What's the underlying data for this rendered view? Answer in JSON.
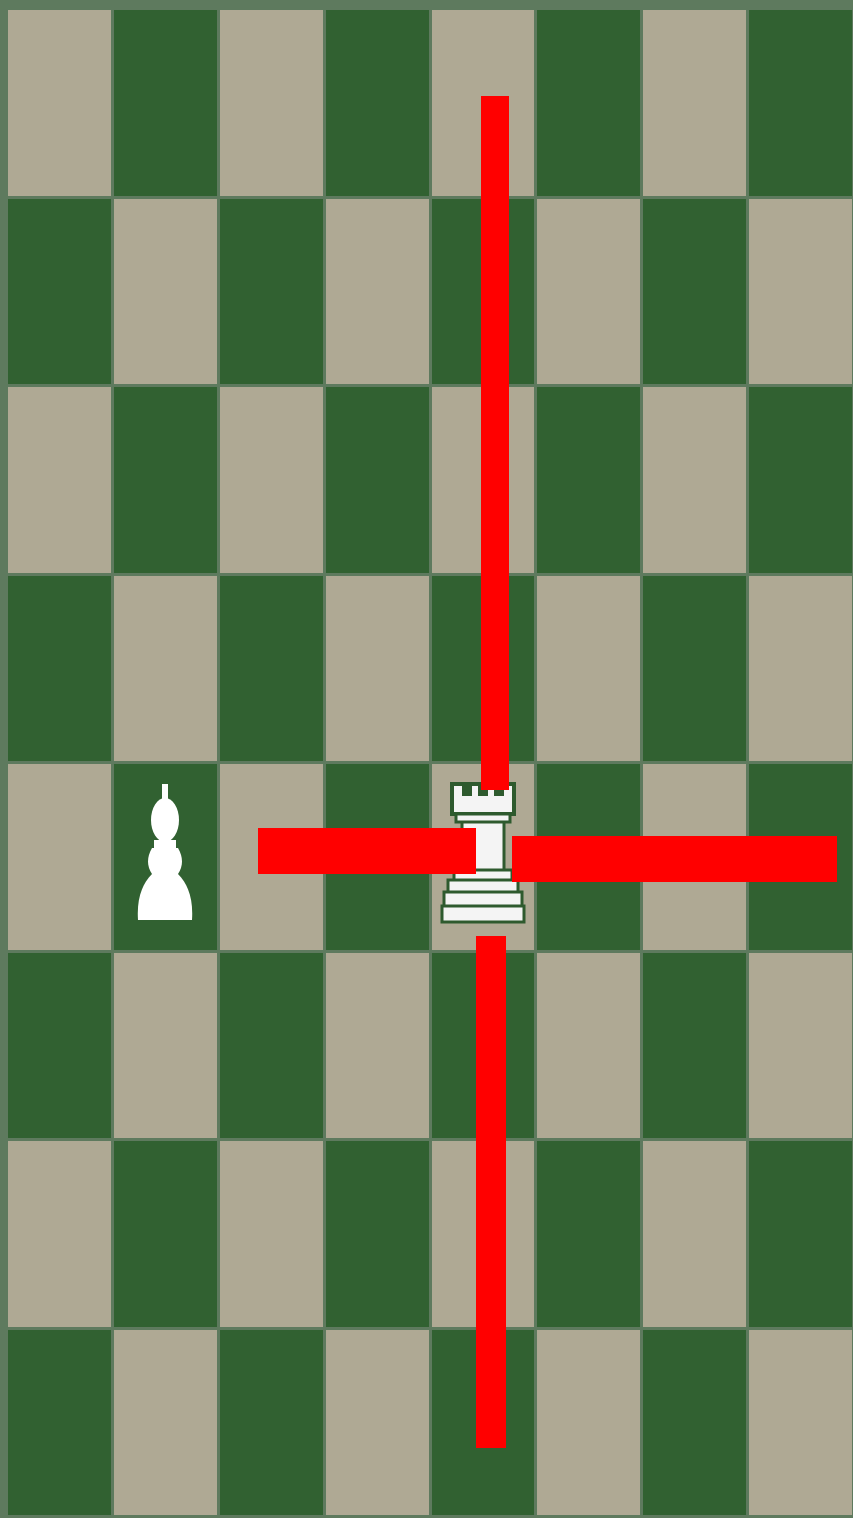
{
  "board": {
    "files": 8,
    "ranks": 8,
    "colors": {
      "light": "#afa994",
      "dark": "#316131",
      "grid": "#5e7a5e",
      "highlight": "#ff0000"
    }
  },
  "pieces": [
    {
      "type": "rook",
      "color": "white",
      "square": "e4",
      "icon": "white-rook-icon"
    },
    {
      "type": "bishop",
      "color": "white",
      "square": "b4",
      "icon": "white-bishop-icon"
    }
  ],
  "move_indicators": [
    {
      "from": "e4",
      "direction": "up",
      "icon": "move-line-up"
    },
    {
      "from": "e4",
      "direction": "down",
      "icon": "move-line-down"
    },
    {
      "from": "e4",
      "direction": "left",
      "icon": "move-line-left"
    },
    {
      "from": "e4",
      "direction": "right",
      "icon": "move-line-right"
    }
  ]
}
